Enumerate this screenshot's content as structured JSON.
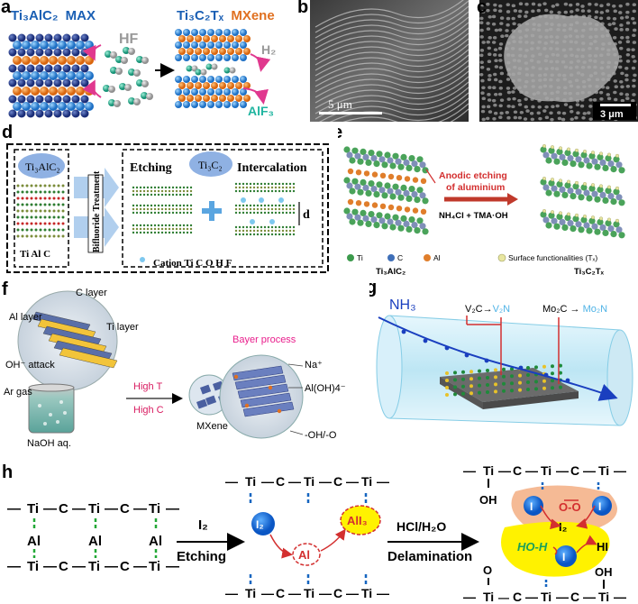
{
  "labels": {
    "a": "a",
    "b": "b",
    "c": "c",
    "d": "d",
    "e": "e",
    "f": "f",
    "g": "g",
    "h": "h"
  },
  "panel_a": {
    "max_formula": "Ti₃AlC₂",
    "max_word": "MAX",
    "hf": "HF",
    "mxene_formula": "Ti₃C₂Tₓ",
    "mxene_word": "MXene",
    "h2": "H₂",
    "alf3": "AlF₃"
  },
  "panel_b": {
    "scale": "5 μm"
  },
  "panel_c": {
    "scale": "3 μm"
  },
  "panel_d": {
    "max": "Ti₃AlC₂",
    "etching": "Etching",
    "mxene": "Ti₃C₂",
    "intercalation": "Intercalation",
    "treatment": "Bifluoride Treatment",
    "d_spacing": "d",
    "legend_left": "Ti  Al  C",
    "legend_right": "Cation  Ti  C  O  H  F"
  },
  "panel_e": {
    "annotation_line1": "Anodic etching",
    "annotation_line2": "of aluminium",
    "reagents": "NH₄Cl + TMA·OH",
    "leg_ti": "Ti",
    "leg_c": "C",
    "leg_al": "Al",
    "leg_surface": "Surface functionalities (Tₓ)",
    "caption_left": "Ti₃AlC₂",
    "caption_right": "Ti₃C₂Tₓ"
  },
  "panel_f": {
    "c_layer": "C layer",
    "al_layer": "Al layer",
    "ti_layer": "Ti layer",
    "oh_attack": "OH⁻ attack",
    "ar_gas": "Ar gas",
    "naoh": "NaOH aq.",
    "high_t": "High T",
    "high_c": "High C",
    "bayer": "Bayer process",
    "mxene": "MXene",
    "na": "Na⁺",
    "aloh4": "Al(OH)4⁻",
    "oh_o": "-OH/-O"
  },
  "panel_g": {
    "nh3": "NH₃",
    "rx1_from": "V₂C",
    "rx1_to": "V₂N",
    "rx2_from": "Mo₂C",
    "rx2_to": "Mo₂N"
  },
  "panel_h": {
    "ti": "Ti",
    "c": "C",
    "al": "Al",
    "i2": "I₂",
    "etching": "Etching",
    "i2_ball": "I₂",
    "al_ball": "Al",
    "ali3": "AlI₃",
    "hcl": "HCl/H₂O",
    "delamination": "Delamination",
    "oh": "OH",
    "o": "O",
    "oo": "O-O",
    "i": "I",
    "hoh": "HO-H",
    "hi": "HI"
  },
  "colors": {
    "blue": "#1565c0",
    "teal": "#1a9b8f",
    "orange": "#e07020",
    "red": "#c62828",
    "pink": "#e0388e",
    "yellow": "#fff200",
    "salmon": "#f4b38a",
    "tube": "#bfe8f5"
  }
}
